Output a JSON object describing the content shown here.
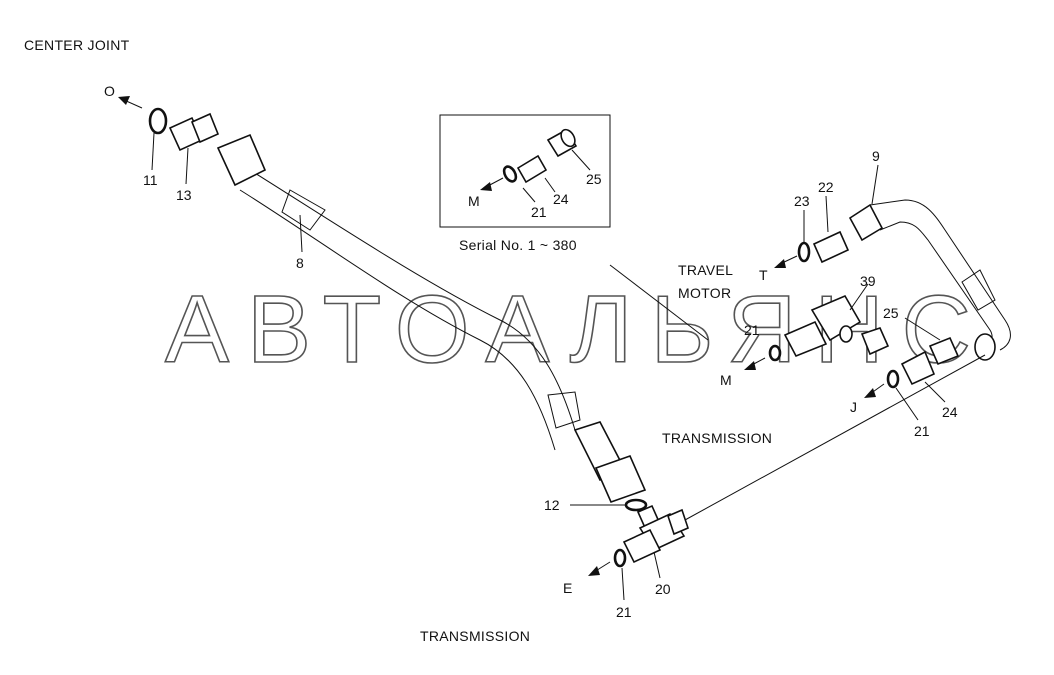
{
  "title": "CENTER JOINT",
  "inset": {
    "caption": "Serial No. 1 ~ 380",
    "labels": [
      "M",
      "21",
      "24",
      "25"
    ]
  },
  "ports": {
    "o": "O",
    "t": "T",
    "m": "M",
    "j": "J",
    "e": "E"
  },
  "group_labels": {
    "travel_motor_1": "TRAVEL",
    "travel_motor_2": "MOTOR",
    "transmission_right": "TRANSMISSION",
    "transmission_bottom": "TRANSMISSION"
  },
  "part_numbers": {
    "p11": "11",
    "p13": "13",
    "p8": "8",
    "p9": "9",
    "p23": "23",
    "p22": "22",
    "p39": "39",
    "p25": "25",
    "p21_motor": "21",
    "p21_j": "21",
    "p24": "24",
    "p12": "12",
    "p20": "20",
    "p21_e": "21"
  },
  "watermark": "АВТОАЛЬЯНС",
  "colors": {
    "line": "#111111",
    "background": "#ffffff",
    "watermark": "#555555"
  }
}
